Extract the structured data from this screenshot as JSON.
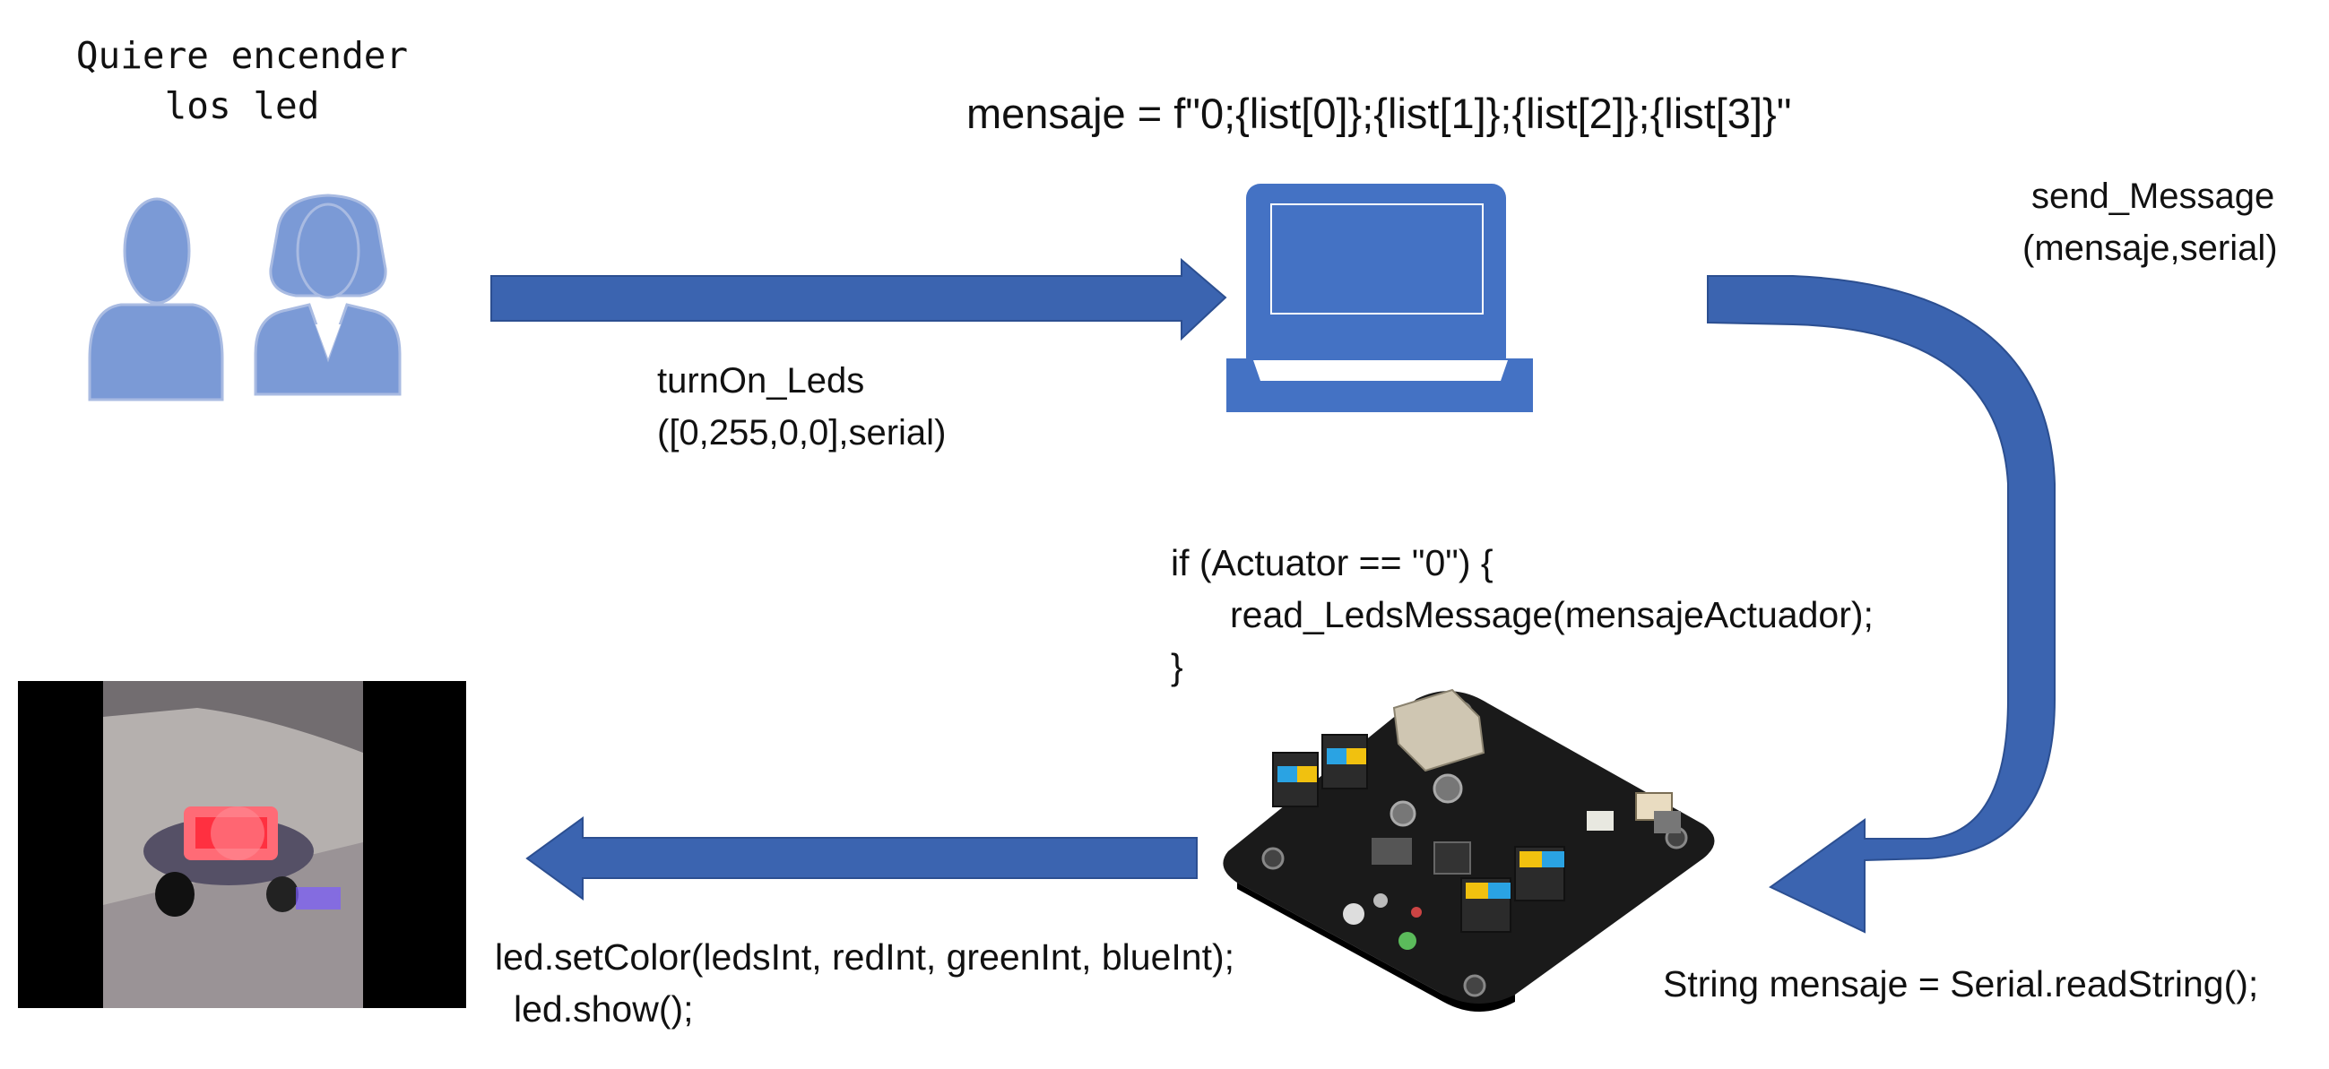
{
  "user": {
    "caption": "Quiere encender\nlos led",
    "icons": [
      "man-user-icon",
      "woman-user-icon"
    ]
  },
  "python_message": {
    "formula": "mensaje = f\"0;{list[0]};{list[1]};{list[2]};{list[3]}\""
  },
  "arrows": {
    "user_to_laptop": {
      "line1": "turnOn_Leds",
      "line2": "([0,255,0,0],serial)"
    },
    "laptop_to_board": {
      "line1": "send_Message",
      "line2": "(mensaje,serial)"
    },
    "board_to_robot": {
      "line1": "led.setColor(ledsInt, redInt, greenInt, blueInt);",
      "line2": "led.show();"
    }
  },
  "board": {
    "code_line1": "if (Actuator == \"0\") {",
    "code_line2": "read_LedsMessage(mensajeActuador);",
    "code_line3": "}",
    "serial_read": "String mensaje = Serial.readString();"
  },
  "colors": {
    "arrow_blue": "#3b64b0",
    "icon_blue": "#4472c4",
    "user_icon_blue": "#7b9ad6"
  }
}
